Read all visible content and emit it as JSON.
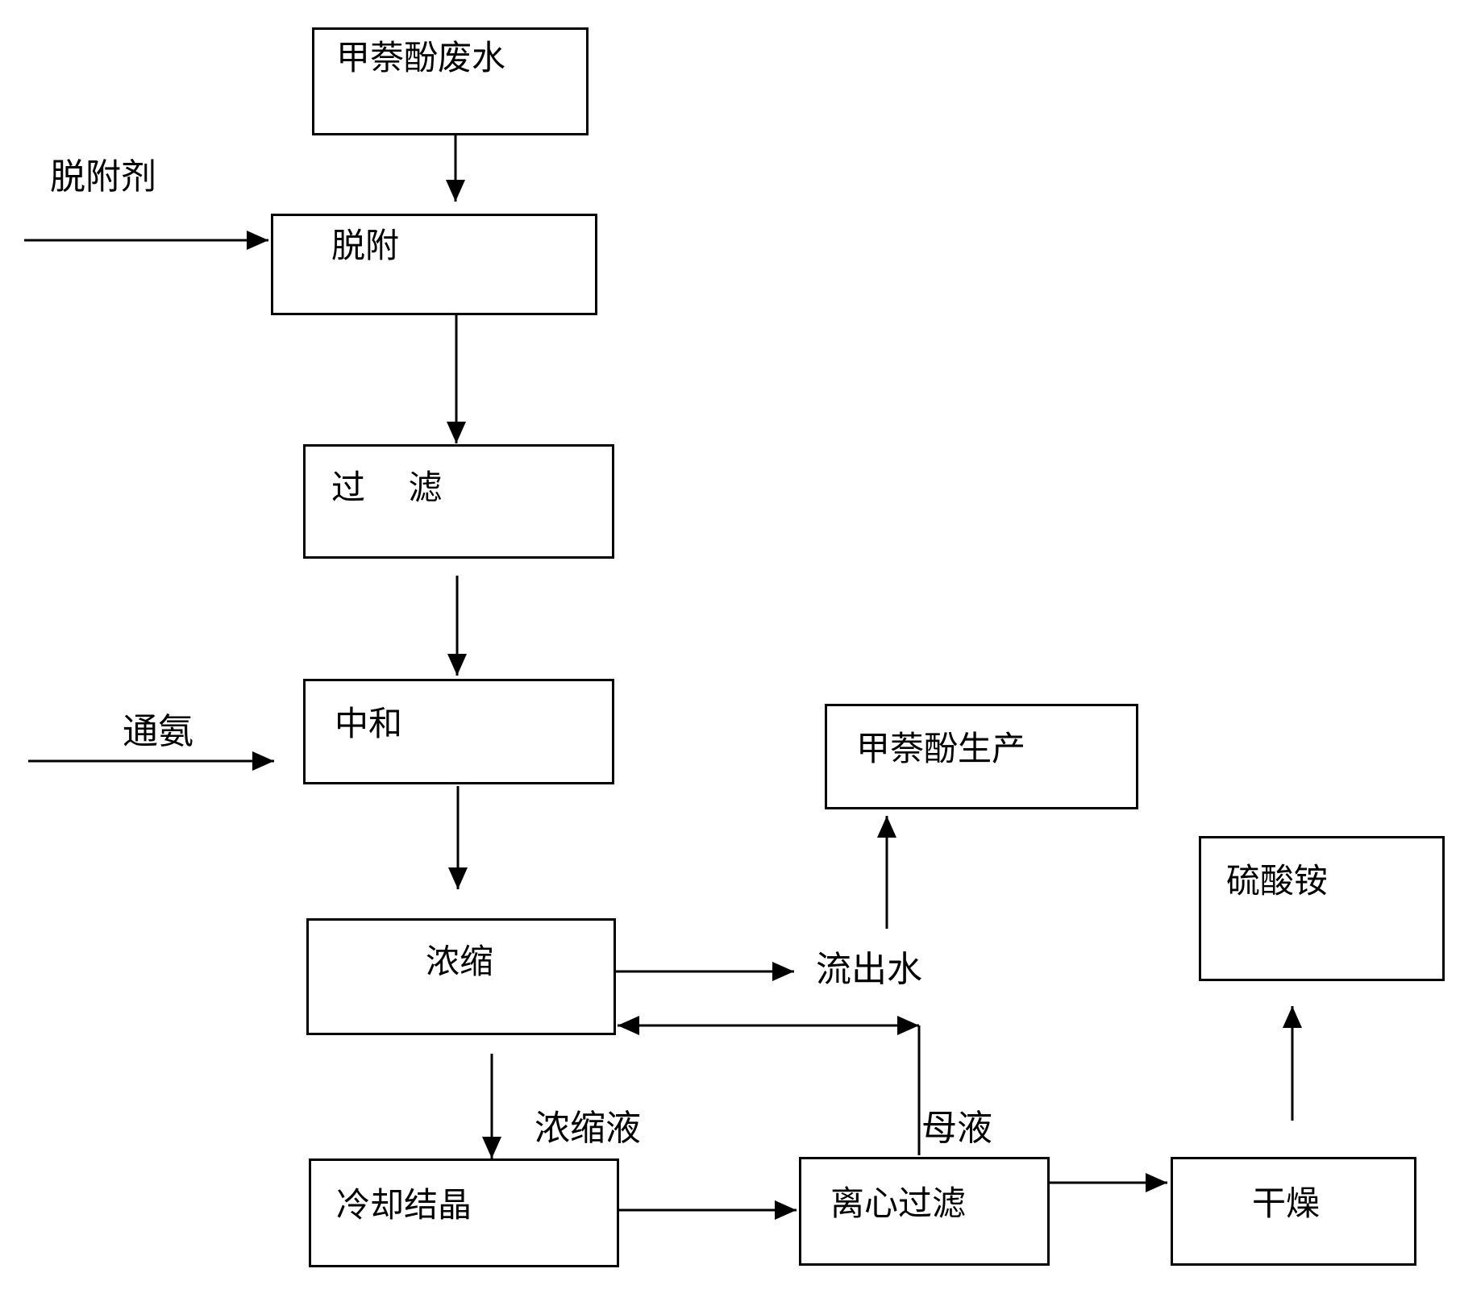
{
  "nodes": {
    "wastewater": "甲萘酚废水",
    "desorption": "脱附",
    "filtration": "过    滤",
    "neutralization": "中和",
    "concentration": "浓缩",
    "naphthol_production": "甲萘酚生产",
    "ammonium_sulfate": "硫酸铵",
    "cooling_crystallization": "冷却结晶",
    "centrifugal_filtration": "离心过滤",
    "drying": "干燥"
  },
  "labels": {
    "desorbent": "脱附剂",
    "ammonia": "通氨",
    "effluent_water": "流出水",
    "concentrate": "浓缩液",
    "mother_liquor": "母液"
  },
  "colors": {
    "line": "#000000",
    "background": "#ffffff"
  }
}
